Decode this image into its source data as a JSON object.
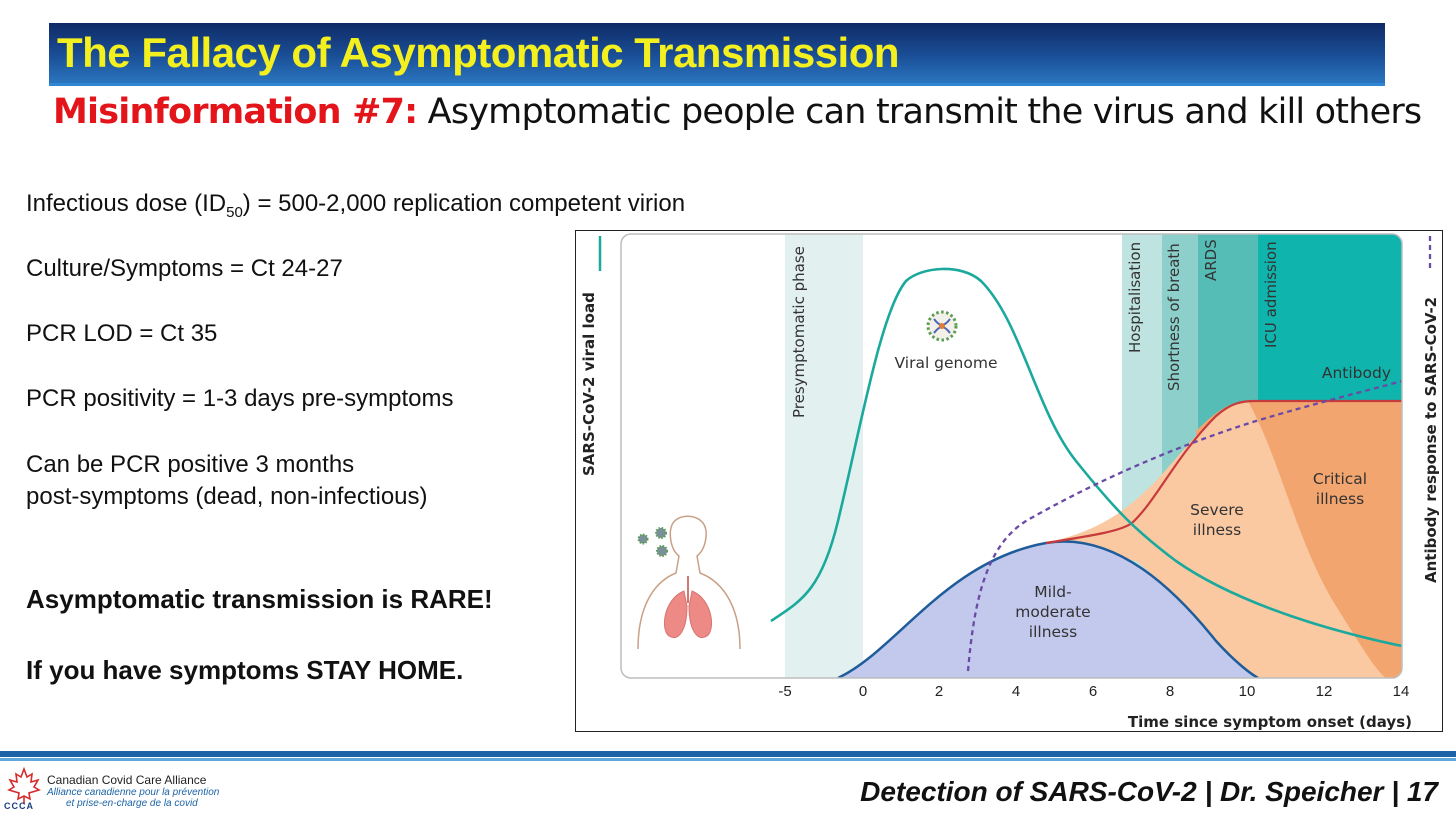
{
  "slide": {
    "title": "The Fallacy of Asymptomatic Transmission",
    "subtitle_lead": "Misinformation #7:",
    "subtitle_rest": " Asymptomatic people can transmit the virus and kill others"
  },
  "bullets": {
    "infectious_pre": "Infectious dose (ID",
    "infectious_sub": "50",
    "infectious_post": ") = 500-2,000 replication competent virion",
    "culture": "Culture/Symptoms = Ct 24-27",
    "pcr_lod": "PCR LOD = Ct 35",
    "pcr_positivity": "PCR positivity = 1-3 days pre-symptoms",
    "pcr_positive_line1": "Can be PCR positive 3 months",
    "pcr_positive_line2": "post-symptoms (dead, non-infectious)",
    "rare": "Asymptomatic transmission is RARE!",
    "stay_home": "If you have symptoms STAY HOME."
  },
  "diagram": {
    "left_axis_label": "SARS-CoV-2 viral load",
    "right_axis_label": "Antibody response to SARS-CoV-2",
    "x_axis_title": "Time since symptom onset (days)",
    "x_ticks": [
      "-5",
      "0",
      "2",
      "4",
      "6",
      "8",
      "10",
      "12",
      "14"
    ],
    "phase_labels": {
      "presymptomatic": "Presymptomatic phase",
      "hospitalisation": "Hospitalisation",
      "shortness": "Shortness of breath",
      "ards": "ARDS",
      "icu": "ICU admission"
    },
    "curve_labels": {
      "viral_genome": "Viral genome",
      "antibody": "Antibody",
      "mild_1": "Mild-",
      "mild_2": "moderate",
      "mild_3": "illness",
      "severe_1": "Severe",
      "severe_2": "illness",
      "critical_1": "Critical",
      "critical_2": "illness"
    },
    "colors": {
      "viral_load": "#1aa99c",
      "antibody": "#6a4aa5",
      "mild_fill": "#c3c9ec",
      "mild_line": "#1f5c9a",
      "severe_fill": "#fac9a2",
      "severe_line": "#c63b3b",
      "critical_fill": "#f2a56e",
      "teal_band": "#0fb5ad"
    }
  },
  "footer": {
    "citation": "Detection of SARS-CoV-2 | Dr. Speicher | 17",
    "org_name": "Canadian Covid Care Alliance",
    "org_french_1": "Alliance canadienne pour la prévention",
    "org_french_2": "et prise-en-charge de la covid",
    "org_abbr": "CCCA"
  }
}
